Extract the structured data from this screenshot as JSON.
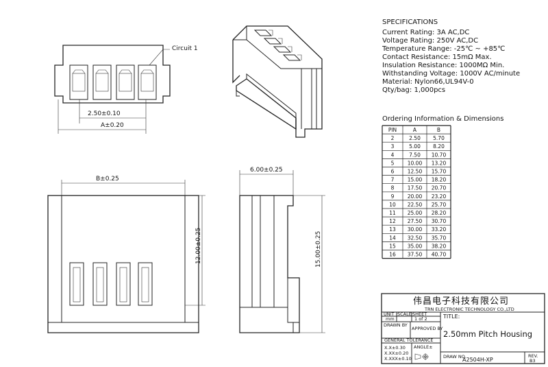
{
  "specifications": {
    "heading": "SPECIFICATIONS",
    "lines": [
      "Current Rating: 3A AC,DC",
      "Voltage Rating: 250V AC,DC",
      "Temperature Range: -25℃ ~ +85℃",
      "Contact Resistance: 15mΩ Max.",
      "Insulation Resistance: 1000MΩ Min.",
      "Withstanding Voltage: 1000V AC/minute",
      "Material: Nylon66,UL94V-0",
      "Qty/bag: 1,000pcs"
    ]
  },
  "ordering": {
    "heading": "Ordering Information & Dimensions",
    "columns": [
      "PIN",
      "A",
      "B"
    ],
    "rows": [
      [
        "2",
        "2.50",
        "5.70"
      ],
      [
        "3",
        "5.00",
        "8.20"
      ],
      [
        "4",
        "7.50",
        "10.70"
      ],
      [
        "5",
        "10.00",
        "13.20"
      ],
      [
        "6",
        "12.50",
        "15.70"
      ],
      [
        "7",
        "15.00",
        "18.20"
      ],
      [
        "8",
        "17.50",
        "20.70"
      ],
      [
        "9",
        "20.00",
        "23.20"
      ],
      [
        "10",
        "22.50",
        "25.70"
      ],
      [
        "11",
        "25.00",
        "28.20"
      ],
      [
        "12",
        "27.50",
        "30.70"
      ],
      [
        "13",
        "30.00",
        "33.20"
      ],
      [
        "14",
        "32.50",
        "35.70"
      ],
      [
        "15",
        "35.00",
        "38.20"
      ],
      [
        "16",
        "37.50",
        "40.70"
      ]
    ]
  },
  "dimensions": {
    "circuit": "Circuit 1",
    "pitch": "2.50±0.10",
    "a": "A±0.20",
    "b": "B±0.25",
    "depth": "6.00±0.25",
    "height_front": "12.00±0.25",
    "height_side": "15.00±0.25"
  },
  "title_block": {
    "company_cn": "伟昌电子科技有限公司",
    "company_en": "TRN ELECTRONIC TECHNOLOGY CO.,LTD",
    "unit_label": "UNIT",
    "scale_label": "SCALE",
    "sheet_label": "SHEET",
    "title_label": "TITLE:",
    "unit_value": "mm",
    "sheet_value": "1 of 2",
    "drawn_by": "DRAWN BY",
    "approved_by": "APPROVED BY",
    "title_value": "2.50mm Pitch Housing",
    "general_tolerance": "GENERAL TOLERANCE",
    "tolerances": [
      "X.X±0.30",
      "X.XX±0.20",
      "X.XXX±0.10"
    ],
    "angle": "ANGLE±",
    "draw_no_label": "DRAW NO.",
    "draw_no_value": "A2504H-XP",
    "rev_label": "REV.",
    "rev_value": "B3"
  }
}
